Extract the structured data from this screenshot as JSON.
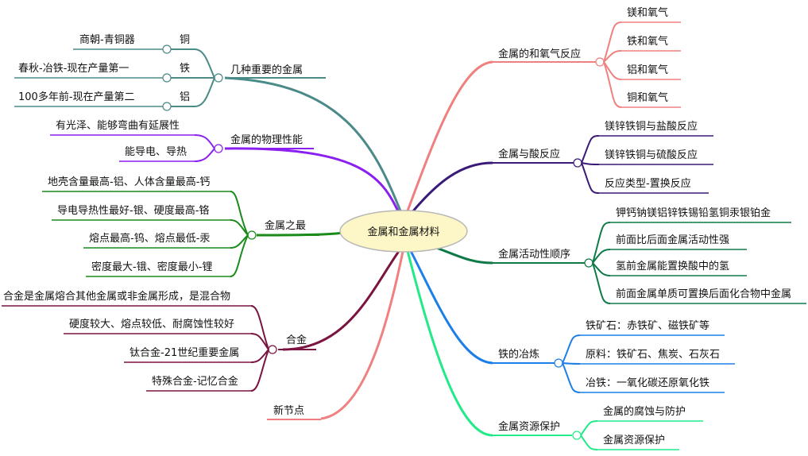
{
  "center": {
    "label": "金属和金属材料"
  },
  "colors": {
    "teal": "#4a8a88",
    "purple": "#8a1ff0",
    "green": "#1a8a1a",
    "maroon": "#7a1440",
    "pink": "#f08080",
    "indigo": "#3a1a78",
    "darkgreen": "#0e7a48",
    "blue": "#1c7ee8",
    "mint": "#22ea88",
    "center_fill": "#fdf7c8",
    "center_stroke": "#b8b8b8"
  },
  "left_branches": [
    {
      "label": "几种重要的金属",
      "color": "teal",
      "children": [
        {
          "label": "铜",
          "children": [
            {
              "label": "商朝-青铜器"
            }
          ]
        },
        {
          "label": "铁",
          "children": [
            {
              "label": "春秋-冶铁-现在产量第一"
            }
          ]
        },
        {
          "label": "铝",
          "children": [
            {
              "label": "100多年前-现在产量第二"
            }
          ]
        }
      ]
    },
    {
      "label": "金属的物理性能",
      "color": "purple",
      "children": [
        {
          "label": "有光泽、能够弯曲有延展性"
        },
        {
          "label": "能导电、导热"
        }
      ]
    },
    {
      "label": "金属之最",
      "color": "green",
      "children": [
        {
          "label": "地壳含量最高-铝、人体含量最高-钙"
        },
        {
          "label": "导电导热性最好-银、硬度最高-铬"
        },
        {
          "label": "熔点最高-钨、熔点最低-汞"
        },
        {
          "label": "密度最大-锇、密度最小-锂"
        }
      ]
    },
    {
      "label": "合金",
      "color": "maroon",
      "children": [
        {
          "label": "合金是金属熔合其他金属或非金属形成，是混合物"
        },
        {
          "label": "硬度较大、熔点较低、耐腐蚀性较好"
        },
        {
          "label": "钛合金-21世纪重要金属"
        },
        {
          "label": "特殊合金-记忆合金"
        }
      ]
    },
    {
      "label": "新节点",
      "color": "pink",
      "children": []
    }
  ],
  "right_branches": [
    {
      "label": "金属的和氧气反应",
      "color": "pink",
      "children": [
        {
          "label": "镁和氧气"
        },
        {
          "label": "铁和氧气"
        },
        {
          "label": "铝和氧气"
        },
        {
          "label": "铜和氧气"
        }
      ]
    },
    {
      "label": "金属与酸反应",
      "color": "indigo",
      "children": [
        {
          "label": "镁锌铁铜与盐酸反应"
        },
        {
          "label": "镁锌铁铜与硫酸反应"
        },
        {
          "label": "反应类型-置换反应"
        }
      ]
    },
    {
      "label": "金属活动性顺序",
      "color": "darkgreen",
      "children": [
        {
          "label": "钾钙钠镁铝锌铁锡铅氢铜汞银铂金"
        },
        {
          "label": "前面比后面金属活动性强"
        },
        {
          "label": "氢前金属能置换酸中的氢"
        },
        {
          "label": "前面金属单质可置换后面化合物中金属"
        }
      ]
    },
    {
      "label": "铁的冶炼",
      "color": "blue",
      "children": [
        {
          "label": "铁矿石：赤铁矿、磁铁矿等"
        },
        {
          "label": "原料：铁矿石、焦炭、石灰石"
        },
        {
          "label": "冶铁：一氧化碳还原氧化铁"
        }
      ]
    },
    {
      "label": "金属资源保护",
      "color": "mint",
      "children": [
        {
          "label": "金属的腐蚀与防护"
        },
        {
          "label": "金属资源保护"
        }
      ]
    }
  ]
}
